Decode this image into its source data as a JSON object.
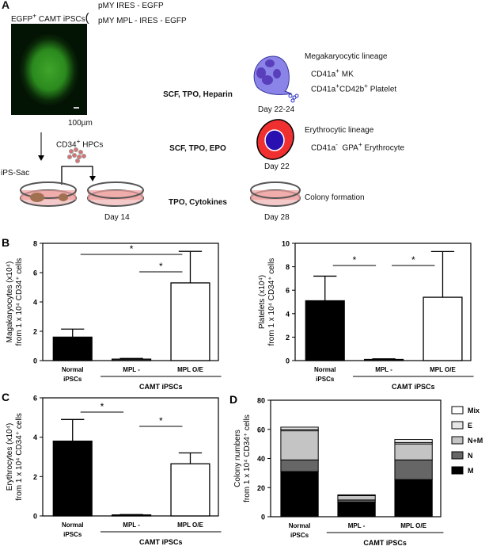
{
  "panelA": {
    "label": "A",
    "cell_line": "EGFP",
    "cell_line_sup": "+",
    "cell_line_rest": " CAMT  iPSCs",
    "vectors": [
      "pMY IRES - EGFP",
      "pMY MPL - IRES - EGFP"
    ],
    "scale_bar": "100µm",
    "hpcs": "CD34",
    "hpcs_sup": "+",
    "hpcs_rest": " HPCs",
    "ips_sac": "iPS-Sac",
    "day14": "Day 14",
    "conditions": [
      {
        "label": "SCF, TPO, Heparin",
        "color": "#aef2ea"
      },
      {
        "label": "SCF, TPO, EPO",
        "color": "#ffa6f6"
      },
      {
        "label": "TPO, Cytokines",
        "color": "#9af27e"
      }
    ],
    "mk_day": "Day 22-24",
    "ery_day": "Day 22",
    "colony_day": "Day 28",
    "mk_title": "Megakaryocytic lineage",
    "mk_line1": "CD41a",
    "mk_line1_sup": "+",
    "mk_line1_rest": " MK",
    "mk_line2a": "CD41a",
    "mk_line2b": "CD42b",
    "mk_line2_rest": " Platelet",
    "ery_title": "Erythrocytic lineage",
    "ery_line_a": "CD41a",
    "ery_line_sup1": "-",
    "ery_line_b": "  GPA",
    "ery_line_sup2": "+",
    "ery_line_rest": " Erythrocyte",
    "colony": "Colony formation"
  },
  "chart_data": [
    {
      "panel": "B",
      "type": "bar",
      "ylabel_line1": "Magakaryocytes (x10⁴)",
      "ylabel_line2": "from 1 x 10⁴ CD34⁺ cells",
      "categories": [
        "Normal|iPSCs",
        "MPL -",
        "MPL O/E"
      ],
      "group_label": "CAMT  iPSCs",
      "values": [
        1.6,
        0.1,
        5.3
      ],
      "errors": [
        0.55,
        0.05,
        2.15
      ],
      "colors": [
        "#000000",
        "#555555",
        "#ffffff"
      ],
      "ylim": [
        0,
        8
      ],
      "yticks": [
        0,
        2,
        4,
        6,
        8
      ],
      "significance": [
        {
          "from": 0,
          "to": 2,
          "label": "*"
        },
        {
          "from": 1,
          "to": 2,
          "label": "*"
        }
      ]
    },
    {
      "panel": "",
      "type": "bar",
      "ylabel_line1": "Platelets (x10⁴)",
      "ylabel_line2": "from 1 x 10⁴ CD34⁺ cells",
      "categories": [
        "Normal|iPSCs",
        "MPL -",
        "MPL O/E"
      ],
      "group_label": "CAMT  iPSCs",
      "values": [
        5.1,
        0.1,
        5.4
      ],
      "errors": [
        2.1,
        0.05,
        3.9
      ],
      "colors": [
        "#000000",
        "#555555",
        "#ffffff"
      ],
      "ylim": [
        0,
        10
      ],
      "yticks": [
        0,
        2,
        4,
        6,
        8,
        10
      ],
      "significance": [
        {
          "from": 0,
          "to": 1,
          "label": "*"
        },
        {
          "from": 1,
          "to": 2,
          "label": "*"
        }
      ]
    },
    {
      "panel": "C",
      "type": "bar",
      "ylabel_line1": "Erythrocytes (x10⁴)",
      "ylabel_line2": "from 1 x 10⁴ CD34⁺ cells",
      "categories": [
        "Normal|iPSCs",
        "MPL -",
        "MPL O/E"
      ],
      "group_label": "CAMT  iPSCs",
      "values": [
        3.8,
        0.05,
        2.65
      ],
      "errors": [
        1.1,
        0.02,
        0.55
      ],
      "colors": [
        "#000000",
        "#555555",
        "#ffffff"
      ],
      "ylim": [
        0,
        6
      ],
      "yticks": [
        0,
        2,
        4,
        6
      ],
      "significance": [
        {
          "from": 0,
          "to": 1,
          "label": "*"
        },
        {
          "from": 1,
          "to": 2,
          "label": "*"
        }
      ]
    },
    {
      "panel": "D",
      "type": "stacked-bar",
      "ylabel_line1": "Colony numbers",
      "ylabel_line2": "from 1 x 10⁴ CD34⁺ cells",
      "categories": [
        "Normal|iPSCs",
        "MPL -",
        "MPL O/E"
      ],
      "group_label": "CAMT  iPSCs",
      "ylim": [
        0,
        80
      ],
      "yticks": [
        0,
        20,
        40,
        60,
        80
      ],
      "legend": "right",
      "series": [
        {
          "name": "M",
          "values": [
            31,
            10,
            25.5
          ],
          "color": "#000000"
        },
        {
          "name": "N",
          "values": [
            8,
            1.5,
            13.5
          ],
          "color": "#666666"
        },
        {
          "name": "N+M",
          "values": [
            20,
            3,
            11
          ],
          "color": "#c4c4c4"
        },
        {
          "name": "E",
          "values": [
            1,
            0.5,
            1
          ],
          "color": "#e6e6e6"
        },
        {
          "name": "Mix",
          "values": [
            1.5,
            0,
            2
          ],
          "color": "#ffffff"
        }
      ]
    }
  ]
}
